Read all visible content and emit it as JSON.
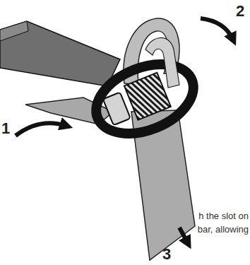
{
  "diagram": {
    "labels": [
      "1",
      "2",
      "3",
      "h the slot on bar, allowing"
    ]
  }
}
